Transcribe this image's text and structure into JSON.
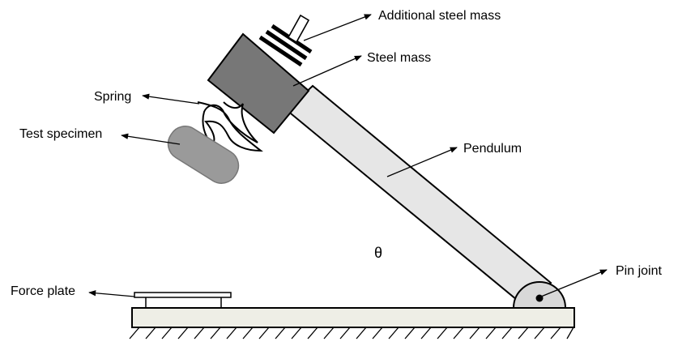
{
  "labels": {
    "additional_steel_mass": "Additional steel mass",
    "steel_mass": "Steel mass",
    "spring": "Spring",
    "test_specimen": "Test specimen",
    "pendulum": "Pendulum",
    "theta": "θ",
    "pin_joint": "Pin joint",
    "force_plate": "Force plate"
  },
  "colors": {
    "steel_mass": "#777777",
    "pendulum": "#e6e6e6",
    "specimen": "#9a9a9a",
    "pin_joint": "#d8d8d8",
    "base": "#eeeee6"
  }
}
